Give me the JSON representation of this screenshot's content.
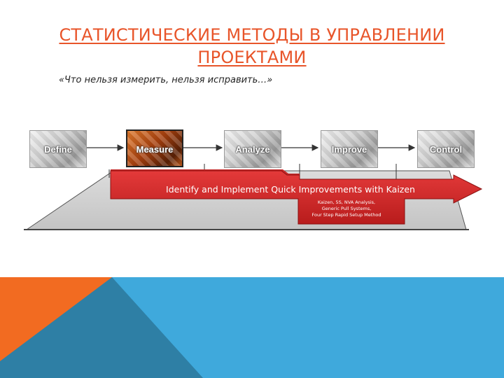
{
  "slide": {
    "title_line1": "СТАТИСТИЧЕСКИЕ МЕТОДЫ  В УПРАВЛЕНИИ",
    "title_line2": "ПРОЕКТАМИ",
    "quote": "«Что нельзя измерить, нельзя исправить…»"
  },
  "diagram": {
    "steps": [
      {
        "label": "Define",
        "active": false
      },
      {
        "label": "Measure",
        "active": true
      },
      {
        "label": "Analyze",
        "active": false
      },
      {
        "label": "Improve",
        "active": false
      },
      {
        "label": "Control",
        "active": false
      }
    ],
    "banner": "Identify and Implement Quick Improvements with Kaizen",
    "tools": [
      "Kaizen, 5S, NVA Analysis,",
      "Generic Pull Systems,",
      "Four Step Rapid Setup Method"
    ]
  },
  "colors": {
    "title": "#e8552a",
    "banner_red": "#d42a2a",
    "orange": "#f26b21",
    "blue_light": "#3fa9dc",
    "blue_dark": "#2e7fa5"
  }
}
